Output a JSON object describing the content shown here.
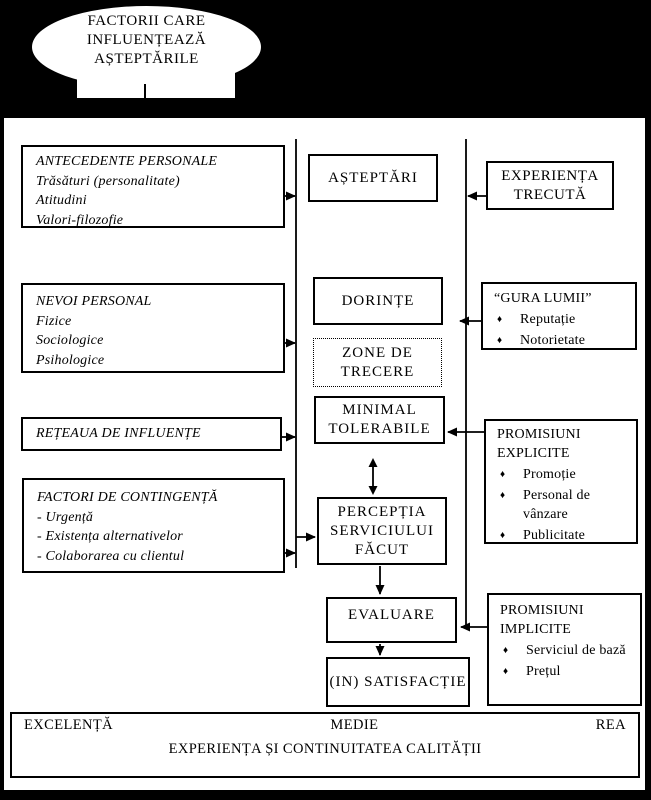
{
  "ellipse": {
    "title": "FACTORII CARE INFLUENȚEAZĂ AȘTEPTĂRILE"
  },
  "glyphs": {
    "bullet": "♦"
  },
  "left_column": {
    "antecedente": {
      "title": "ANTECEDENTE PERSONALE",
      "items": [
        "Trăsături (personalitate)",
        "Atitudini",
        "Valori-filozofie"
      ]
    },
    "nevoi": {
      "title": "NEVOI PERSONAL",
      "items": [
        "Fizice",
        "Sociologice",
        "Psihologice"
      ]
    },
    "reteaua": {
      "title": "REȚEAUA DE INFLUENȚE"
    },
    "factori": {
      "title": "FACTORI DE CONTINGENȚĂ",
      "items": [
        "- Urgență",
        "- Existența alternativelor",
        "- Colaborarea cu clientul"
      ]
    }
  },
  "middle_column": {
    "asteptari": "AȘTEPTĂRI",
    "dorinte": "DORINȚE",
    "zone_de_trecere": "ZONE DE TRECERE",
    "minimal_tolerabile": "MINIMAL TOLERABILE",
    "perceptia": "PERCEPȚIA SERVICIULUI FĂCUT",
    "evaluare": "EVALUARE",
    "satisfactie": "(IN) SATISFACȚIE"
  },
  "right_column": {
    "experienta": "EXPERIENȚA TRECUTĂ",
    "gura_lumii": {
      "title": "“GURA LUMII”",
      "items": [
        "Reputație",
        "Notorietate"
      ]
    },
    "promisiuni_explicite": {
      "title": "PROMISIUNI EXPLICITE",
      "items": [
        "Promoție",
        "Personal de vânzare",
        "Publicitate"
      ]
    },
    "promisiuni_implicite": {
      "title": "PROMISIUNI IMPLICITE",
      "items": [
        "Serviciul de bază",
        "Prețul"
      ]
    }
  },
  "bottom_scale": {
    "left_label": "EXCELENȚĂ",
    "center_label": "MEDIE",
    "right_label": "REA",
    "axis_title": "EXPERIENȚA ȘI CONTINUITATEA CALITĂȚII"
  },
  "colors": {
    "ink": "#000000",
    "paper": "#ffffff"
  }
}
